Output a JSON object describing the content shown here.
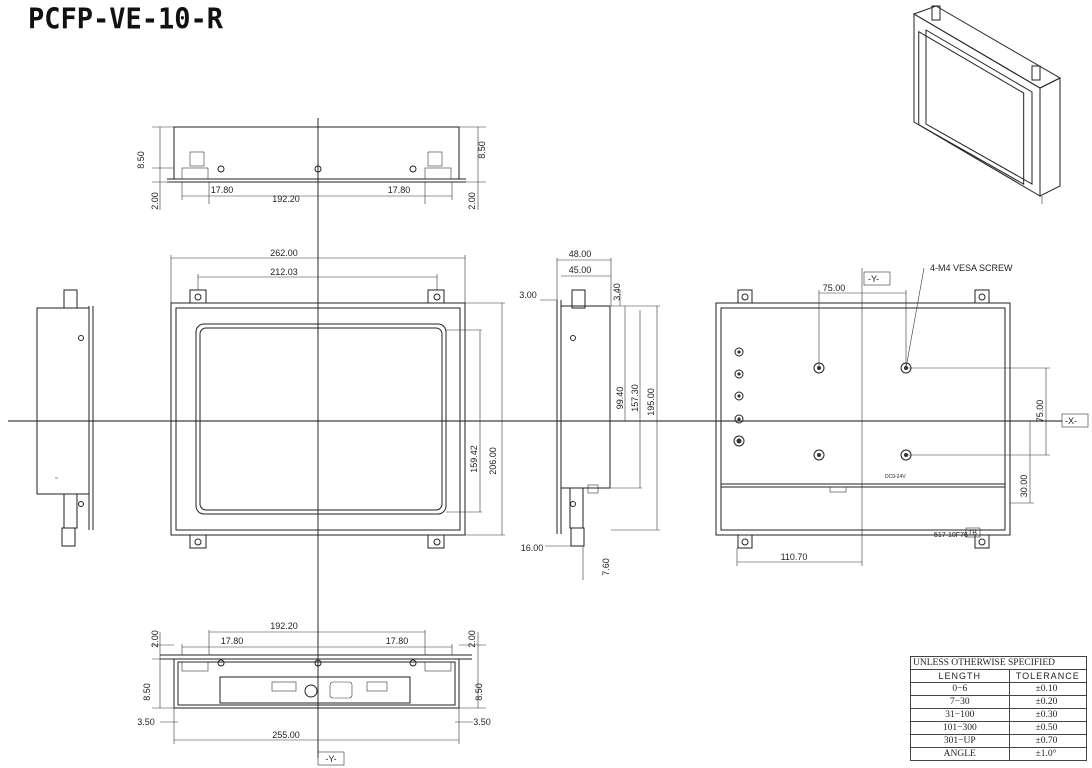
{
  "title": "PCFP-VE-10-R",
  "dimensions": {
    "top_h_left": "8.50",
    "top_h_right": "8.50",
    "top_t_left": "2.00",
    "top_t_right": "2.00",
    "top_off_left": "17.80",
    "top_off_right": "17.80",
    "top_span": "192.20",
    "front_w": "262.00",
    "front_inner_w": "212.03",
    "front_h": "206.00",
    "front_inner_h": "159.42",
    "side_d1": "48.00",
    "side_d2": "45.00",
    "side_t": "3.00",
    "side_t2": "3.40",
    "side_h1": "99.40",
    "side_h2": "157.30",
    "side_h3": "195.00",
    "side_b1": "16.00",
    "side_b2": "7.60",
    "rear_vesa": "75.00",
    "rear_vesa_v": "75.00",
    "rear_off": "30.00",
    "rear_x": "110.70",
    "bot_t_left": "2.00",
    "bot_t_right": "2.00",
    "bot_off_left": "17.80",
    "bot_off_right": "17.80",
    "bot_span": "192.20",
    "bot_h_left": "8.50",
    "bot_h_right": "8.50",
    "bot_e_left": "3.50",
    "bot_e_right": "3.50",
    "bot_w": "255.00"
  },
  "labels": {
    "vesa_screw": "4-M4 VESA SCREW",
    "axis_y_top": "-Y-",
    "axis_y_bottom": "-Y-",
    "axis_x": "-X-",
    "rear_model": "517-10F76",
    "rear_tag": "TB",
    "rear_dc": "DC9-24V"
  },
  "tolerance": {
    "header": "UNLESS OTHERWISE SPECIFIED",
    "col_length": "LENGTH",
    "col_tolerance": "TOLERANCE",
    "rows": [
      {
        "length": "0−6",
        "tolerance": "±0.10"
      },
      {
        "length": "7−30",
        "tolerance": "±0.20"
      },
      {
        "length": "31−100",
        "tolerance": "±0.30"
      },
      {
        "length": "101−300",
        "tolerance": "±0.50"
      },
      {
        "length": "301−UP",
        "tolerance": "±0.70"
      },
      {
        "length": "ANGLE",
        "tolerance": "±1.0°"
      }
    ]
  }
}
